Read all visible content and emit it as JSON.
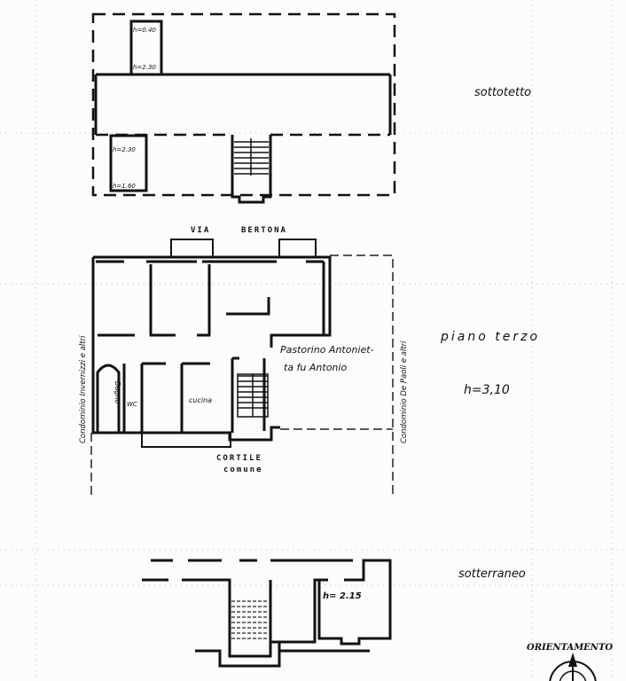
{
  "sottotetto": {
    "title": "sottotetto",
    "heights": [
      "h=0.40",
      "h=2.30",
      "h=2.30",
      "h=1.60"
    ]
  },
  "piano_terzo": {
    "title": "piano terzo",
    "height": "h=3,10",
    "street": [
      "VIA",
      "BERTONA"
    ],
    "owner_line1": "Pastorino Antoniet-",
    "owner_line2": "ta fu Antonio",
    "neighbor_left": "Condominio Invernizzi e altri",
    "neighbor_right": "Condominio De Paoli e altri",
    "rooms": {
      "bagno": "Bagno",
      "wc": "WC",
      "cucina": "cucina"
    },
    "courtyard": [
      "CORTILE",
      "comune"
    ]
  },
  "sotterraneo": {
    "title": "sotterraneo",
    "height": "h= 2.15"
  },
  "orientation": {
    "label": "ORIENTAMENTO"
  }
}
